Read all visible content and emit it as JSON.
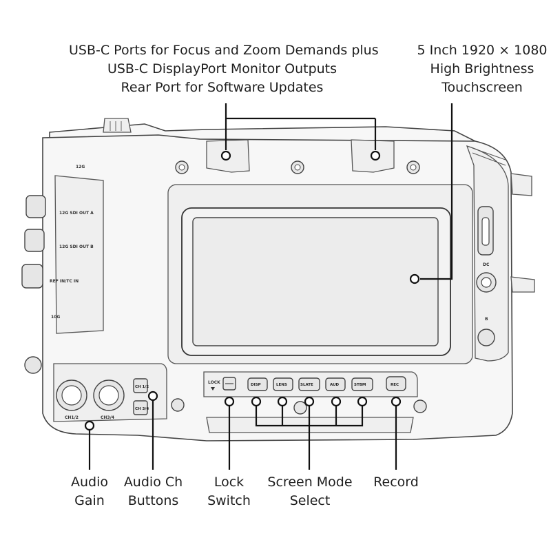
{
  "callouts": {
    "usb_ports": [
      "USB-C Ports for Focus and Zoom Demands plus",
      "USB-C DisplayPort Monitor Outputs",
      "Rear Port for Software Updates"
    ],
    "touchscreen": [
      "5 Inch 1920 × 1080",
      "High Brightness",
      "Touchscreen"
    ],
    "audio_gain": [
      "Audio",
      "Gain"
    ],
    "audio_ch_buttons": [
      "Audio Ch",
      "Buttons"
    ],
    "lock_switch": [
      "Lock",
      "Switch"
    ],
    "screen_mode_select": [
      "Screen Mode",
      "Select"
    ],
    "record": [
      "Record"
    ]
  },
  "camera_labels": {
    "port_12g": "12G",
    "sdi_out_a": "12G SDI OUT A",
    "sdi_out_b": "12G SDI OUT B",
    "ref_in": "REF IN/TC IN",
    "port_10g": "10G",
    "lock": "LOCK",
    "ch12": "CH1/2",
    "ch34": "CH3/4",
    "ch_btn_top": "CH 1/2",
    "ch_btn_bottom": "CH 3/4",
    "dc": "DC",
    "b": "B"
  },
  "mode_buttons": [
    "DISP",
    "LENS",
    "SLATE",
    "AUD",
    "STBM"
  ],
  "record_button": "REC"
}
